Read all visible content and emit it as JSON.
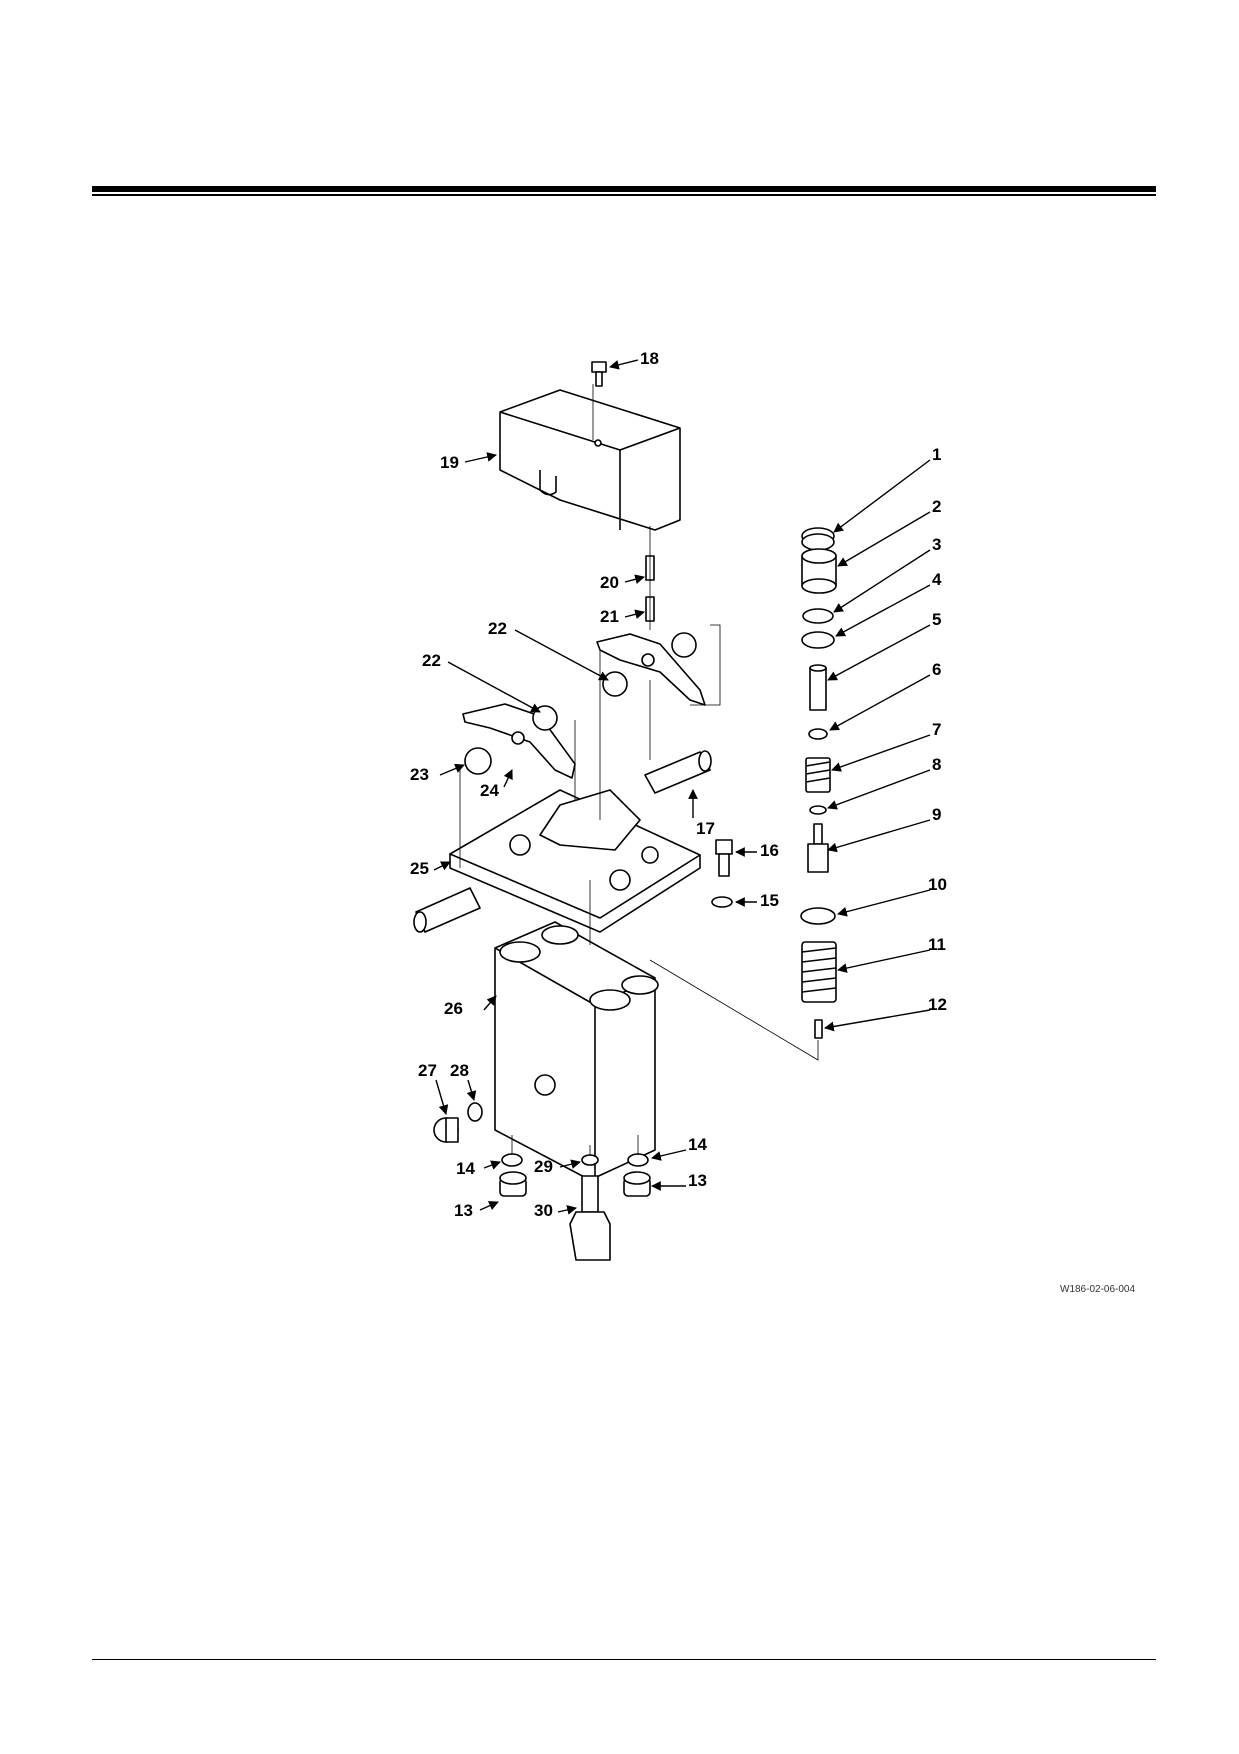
{
  "figure_code": "W186-02-06-004",
  "callouts": [
    "1",
    "2",
    "3",
    "4",
    "5",
    "6",
    "7",
    "8",
    "9",
    "10",
    "11",
    "12",
    "13",
    "13",
    "14",
    "14",
    "15",
    "16",
    "17",
    "18",
    "19",
    "20",
    "21",
    "22",
    "22",
    "23",
    "24",
    "25",
    "26",
    "27",
    "28",
    "29",
    "30"
  ]
}
